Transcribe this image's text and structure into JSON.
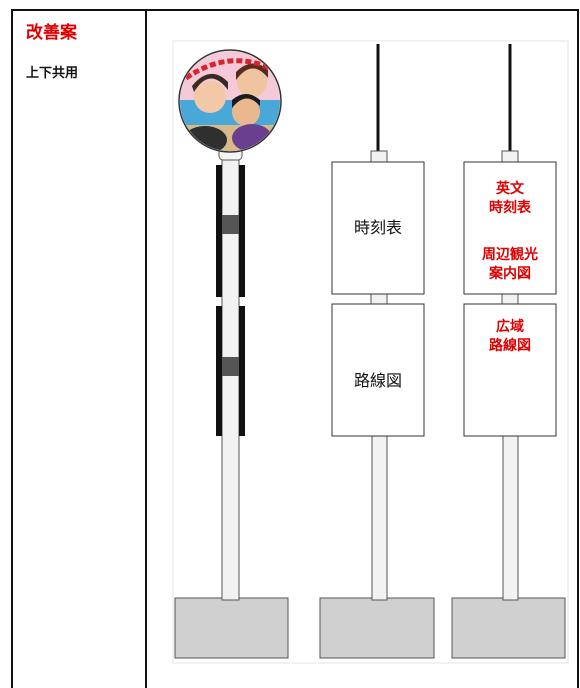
{
  "header": {
    "title": "改善案",
    "subtitle": "上下共用"
  },
  "poles": {
    "middle": {
      "upper_panel": "時刻表",
      "lower_panel": "路線図"
    },
    "right": {
      "upper_panel_line1": "英文",
      "upper_panel_line2": "時刻表",
      "upper_panel_line3": "周辺観光",
      "upper_panel_line4": "案内図",
      "lower_panel_line1": "広域",
      "lower_panel_line2": "路線図"
    },
    "left": {
      "badge": "bus stop emblem"
    }
  },
  "colors": {
    "accent_red": "#e00000",
    "base_gray": "#d0d0d0",
    "line": "#111111"
  }
}
